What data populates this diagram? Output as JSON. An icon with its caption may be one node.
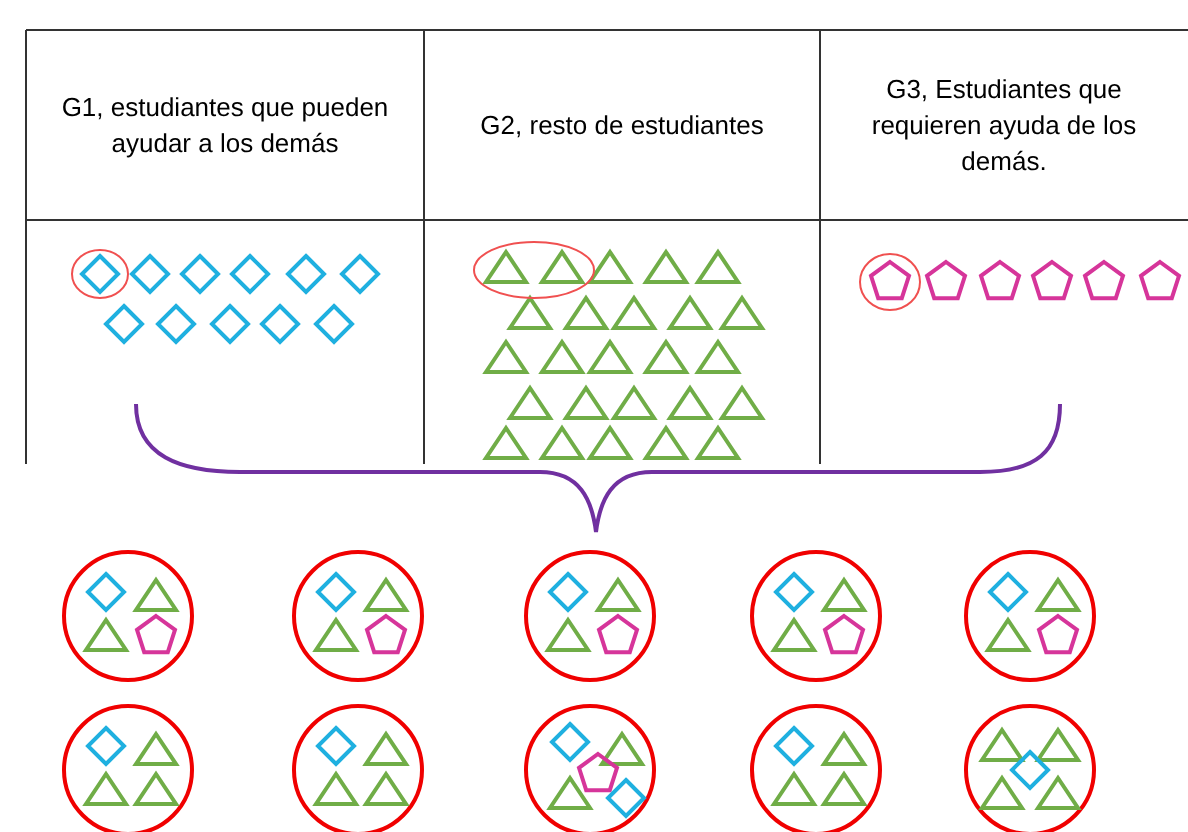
{
  "diagram": {
    "labels": [
      "G1, estudiantes que pueden ayudar a los demás",
      "G2, resto de estudiantes",
      "G3, Estudiantes que requieren ayuda de los demás."
    ]
  }
}
